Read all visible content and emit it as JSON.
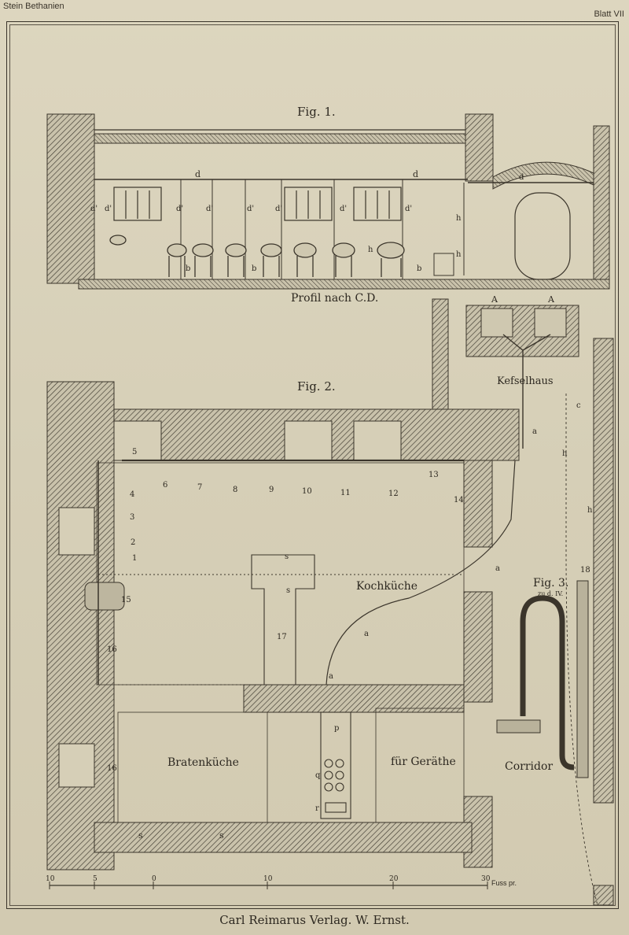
{
  "header": {
    "left": "Stein Bethanien",
    "right": "Blatt VII"
  },
  "fig1": {
    "title": "Fig. 1.",
    "caption": "Profil nach C.D.",
    "pipe_labels": [
      "d",
      "d",
      "d'",
      "d'",
      "d'",
      "d'",
      "d'",
      "d'",
      "d'",
      "d'",
      "h",
      "h",
      "h",
      "b",
      "b",
      "b",
      "d",
      "A",
      "A"
    ]
  },
  "fig2": {
    "title": "Fig. 2.",
    "rooms": {
      "kitchen": "Kochküche",
      "roast_kitchen": "Bratenküche",
      "equipment": "für Geräthe",
      "corridor": "Corridor",
      "boiler_house": "Kefselhaus"
    },
    "kettle_numbers": [
      "1",
      "2",
      "3",
      "4",
      "5",
      "6",
      "7",
      "8",
      "9",
      "10",
      "11",
      "12",
      "13",
      "14",
      "15",
      "16",
      "16",
      "17",
      "18"
    ],
    "misc_labels": [
      "s",
      "s",
      "s",
      "s",
      "p",
      "q",
      "r",
      "a",
      "a",
      "a",
      "a",
      "h",
      "h",
      "c"
    ]
  },
  "fig3": {
    "title": "Fig. 3.",
    "scale": "zu d. IV."
  },
  "scale_bar": {
    "ticks": [
      "10",
      "5",
      "0",
      "10",
      "20",
      "30"
    ],
    "unit": "Fuss pr."
  },
  "footer": {
    "publisher": "Carl Reimarus Verlag. W. Ernst."
  }
}
